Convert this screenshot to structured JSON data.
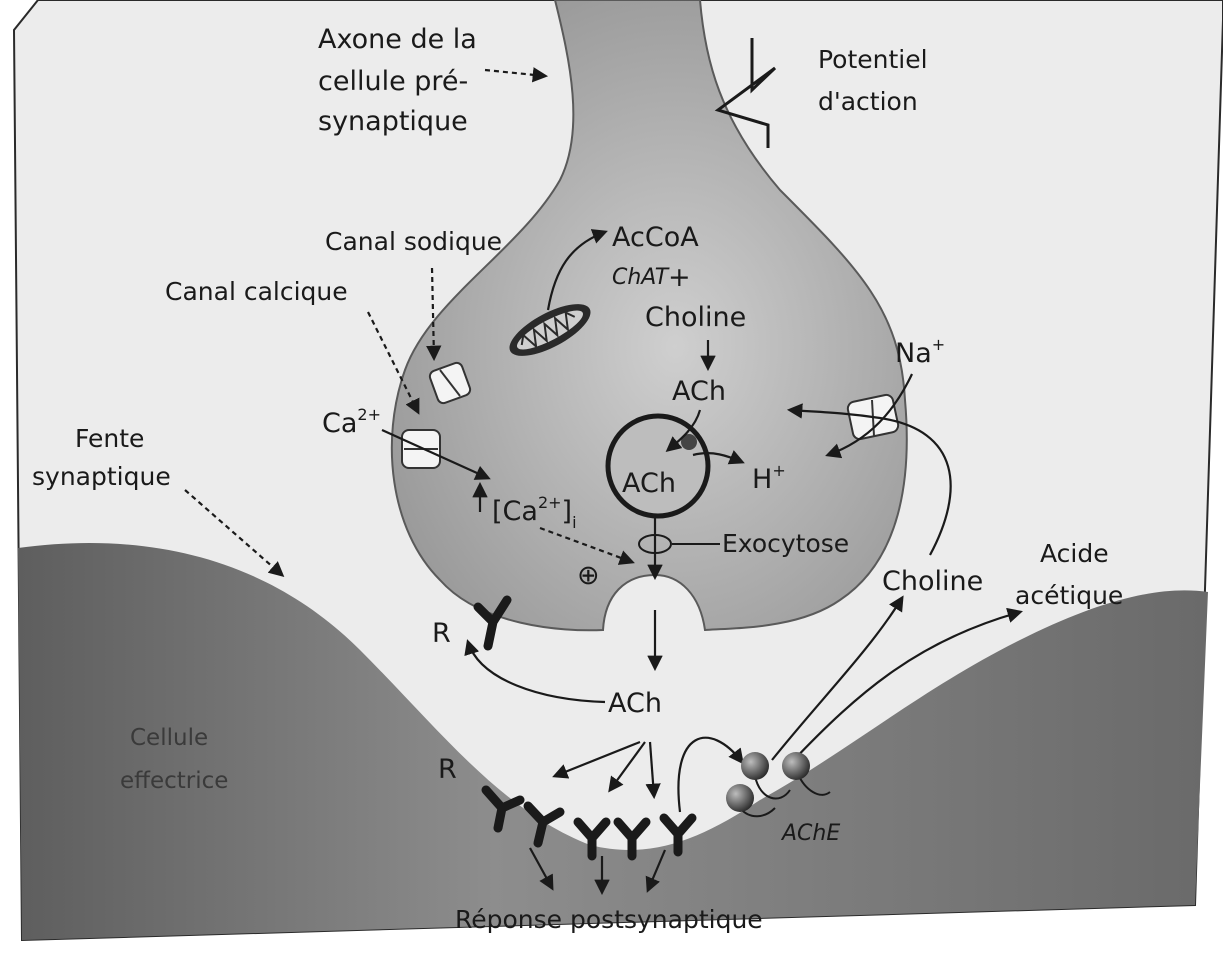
{
  "diagram": {
    "labels": {
      "axon": [
        "Axone de la",
        "cellule pré-",
        "synaptique"
      ],
      "action_potential": [
        "Potentiel",
        "d'action"
      ],
      "sodium_channel": "Canal sodique",
      "calcium_channel": "Canal calcique",
      "synaptic_cleft": [
        "Fente",
        "synaptique"
      ],
      "effector_cell": [
        "Cellule",
        "effectrice"
      ],
      "accoa": "AcCoA",
      "chat": "ChAT",
      "choline_top": "Choline",
      "ach_upper": "ACh",
      "ach_vesicle": "ACh",
      "ach_cleft": "ACh",
      "h_plus": "H",
      "h_plus_sup": "+",
      "na_plus": "Na",
      "na_plus_sup": "+",
      "ca2_plus": "Ca",
      "ca2_plus_sup": "2+",
      "ca_internal": "[Ca",
      "ca_internal_sup": "2+",
      "ca_internal_close": "]",
      "ca_internal_sub": "i",
      "exocytosis": "Exocytose",
      "choline_right": "Choline",
      "acetic_acid": [
        "Acide",
        "acétique"
      ],
      "receptor_pre": "R",
      "receptor_post": "R",
      "ache": "AChE",
      "response": "Réponse postsynaptique",
      "plus_sign": "+",
      "oplus": "⊕"
    },
    "colors": {
      "background": "#e9e9e9",
      "neuron": "#a8a8a8",
      "effector": "#6e6e6e",
      "ink": "#1a1a1a"
    }
  }
}
